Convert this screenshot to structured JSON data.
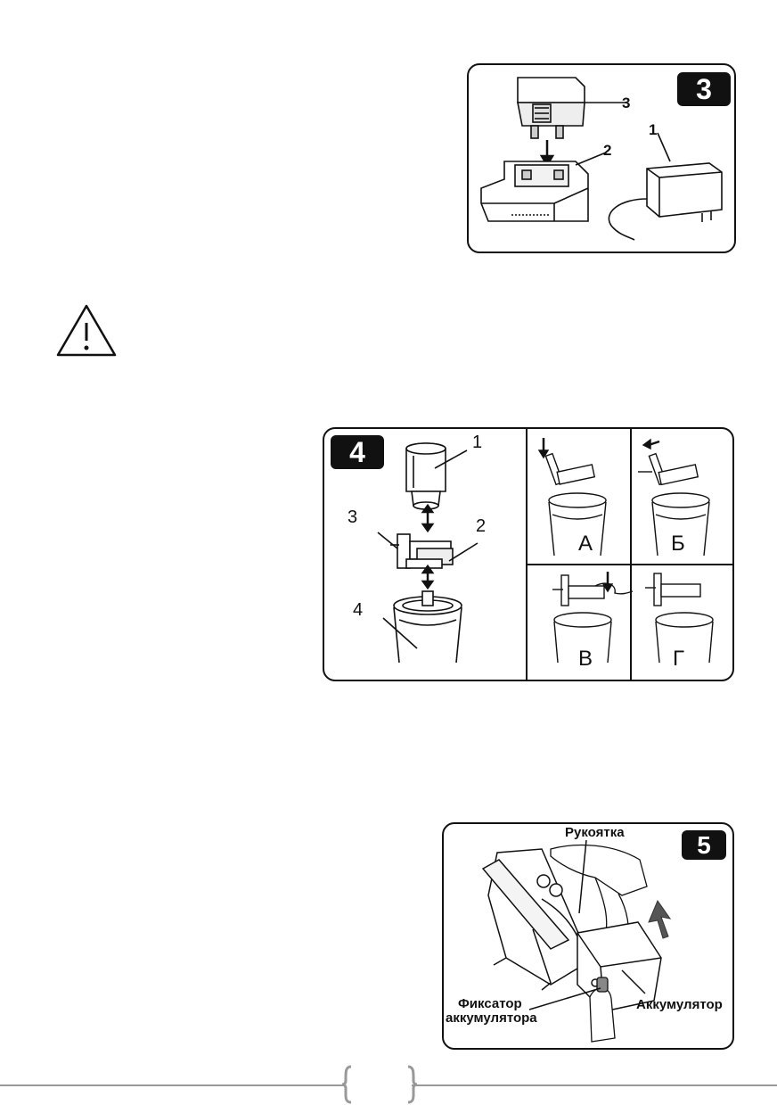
{
  "figure3": {
    "badge": "3",
    "callouts": {
      "c1": "1",
      "c2": "2",
      "c3": "3"
    }
  },
  "warning": {
    "icon": "warning-triangle-icon"
  },
  "figure4": {
    "badge": "4",
    "callouts": {
      "c1": "1",
      "c2": "2",
      "c3": "3",
      "c4": "4"
    },
    "panels": {
      "a": "А",
      "b": "Б",
      "v": "В",
      "g": "Г"
    }
  },
  "figure5": {
    "badge": "5",
    "labels": {
      "handle": "Рукоятка",
      "latch_line1": "Фиксатор",
      "latch_line2": "аккумулятора",
      "battery": "Аккумулятор"
    }
  },
  "footer": {
    "page_number": ""
  }
}
